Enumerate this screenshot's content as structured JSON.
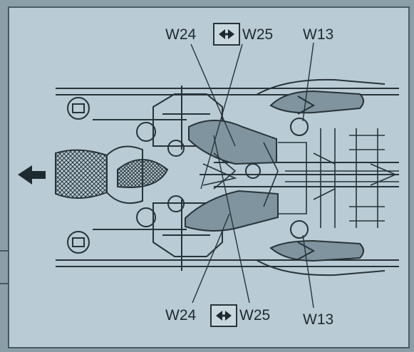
{
  "labels": {
    "top_left": "W24",
    "top_right": "W25",
    "top_far": "W13",
    "bottom_left": "W24",
    "bottom_right": "W25",
    "bottom_far": "W13"
  },
  "colors": {
    "panel": "#b7c9d3",
    "line": "#27343a",
    "shade": "#7f949e",
    "ink": "#1f2a30"
  },
  "icons": {
    "direction": "arrow-left-icon",
    "actuator": "actuator-box-icon"
  }
}
